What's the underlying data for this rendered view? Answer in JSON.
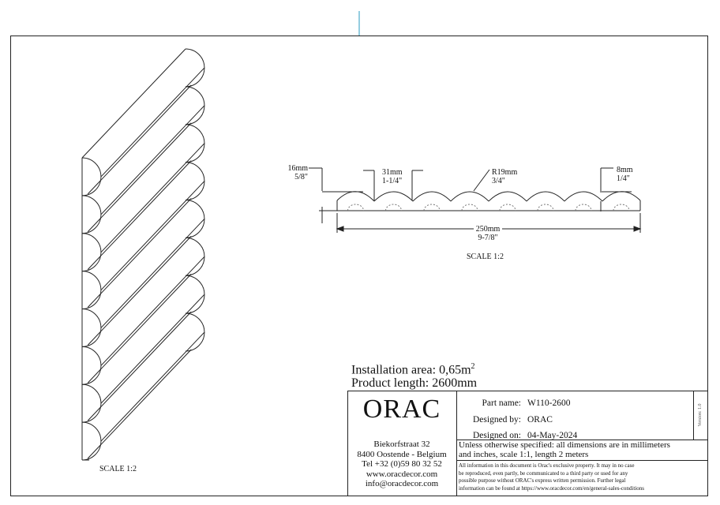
{
  "drawing": {
    "iso_scale": "SCALE  1:2",
    "section_scale": "SCALE  1:2",
    "dimensions": {
      "height_mm": "16mm",
      "height_in": "5/8\"",
      "pitch_mm": "31mm",
      "pitch_in": "1-1/4\"",
      "radius_mm": "R19mm",
      "radius_in": "3/4\"",
      "edge_mm": "8mm",
      "edge_in": "1/4\"",
      "width_mm": "250mm",
      "width_in": "9-7/8\""
    }
  },
  "info": {
    "installation_label": "Installation area: 0,65m",
    "installation_sup": "2",
    "length": "Product length: 2600mm"
  },
  "title_block": {
    "logo": "ORAC",
    "address": [
      "Biekorfstraat 32",
      "8400 Oostende - Belgium",
      "Tel   +32 (0)59 80 32 52",
      "www.oracdecor.com",
      "info@oracdecor.com"
    ],
    "part_name_label": "Part name:",
    "part_name": "W110-2600",
    "designed_by_label": "Designed by:",
    "designed_by": "ORAC",
    "designed_on_label": "Designed on:",
    "designed_on": "04-May-2024",
    "version": "Version: 1.0",
    "notes": [
      "Unless otherwise specified: all dimensions are in millimeters",
      "and inches, scale 1:1, length 2 meters"
    ],
    "legal": [
      "All information in this document is Orac's exclusive property.  It may in no case",
      "be reproduced, even partly, be communicated to a third party or used for any",
      "possible purpose without ORAC's express written permission. Further legal",
      "information can be found at https://www.oracdecor.com/en/general-sales-conditions"
    ]
  }
}
